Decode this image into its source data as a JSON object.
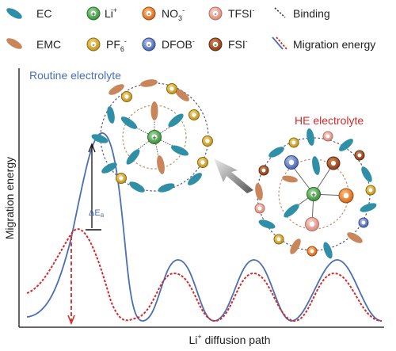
{
  "legend": {
    "items": [
      {
        "key": "ec",
        "label": "EC"
      },
      {
        "key": "li",
        "label": "Li",
        "sup": "+"
      },
      {
        "key": "no3",
        "label": "NO",
        "sub": "3",
        "sup": "-"
      },
      {
        "key": "tfsi",
        "label": "TFSI",
        "sup": "-"
      },
      {
        "key": "binding",
        "label": "Binding"
      },
      {
        "key": "emc",
        "label": "EMC"
      },
      {
        "key": "pf6",
        "label": "PF",
        "sub": "6",
        "sup": "-"
      },
      {
        "key": "dfob",
        "label": "DFOB",
        "sup": "-"
      },
      {
        "key": "fsi",
        "label": "FSI",
        "sup": "-"
      },
      {
        "key": "migration",
        "label": "Migration energy"
      }
    ]
  },
  "plot": {
    "ylabel": "Migration energy",
    "xlabel_prefix": "Li",
    "xlabel_sup": "+",
    "xlabel_suffix": " diffusion path",
    "routine_label": "Routine electrolyte",
    "he_label": "HE electrolyte",
    "delta_label": "ΔE",
    "delta_sub": "a"
  },
  "symbols": {
    "plus": "+",
    "minus": "-"
  },
  "colors": {
    "routine": "#4a6fb3",
    "he": "#d42a2a",
    "ec": "#2f8fa6",
    "emc": "#c8865a",
    "li_outer": "#4ea84e",
    "no3": "#e0782a",
    "tfsi": "#e59a8e",
    "pf6": "#d8a830",
    "dfob": "#5a78c0",
    "fsi": "#a8532a",
    "shell_dash": "#555a70"
  }
}
